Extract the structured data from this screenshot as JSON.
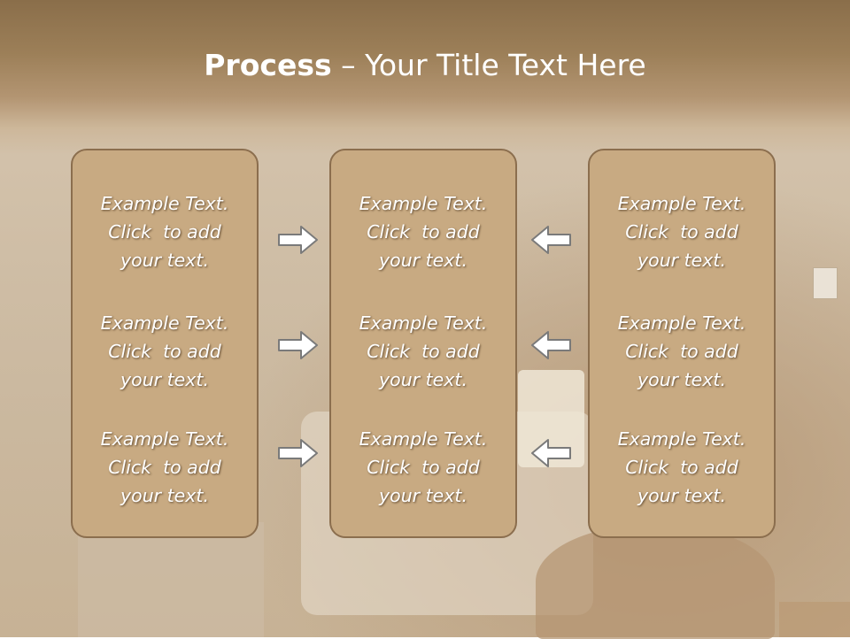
{
  "title": {
    "bold": "Process",
    "rest": " – Your Title Text Here"
  },
  "columns": [
    {
      "items": [
        [
          "Example Text.",
          "Click  to add",
          "your text."
        ],
        [
          "Example Text.",
          "Click  to add",
          "your text."
        ],
        [
          "Example Text.",
          "Click  to add",
          "your text."
        ]
      ]
    },
    {
      "items": [
        [
          "Example Text.",
          "Click  to add",
          "your text."
        ],
        [
          "Example Text.",
          "Click  to add",
          "your text."
        ],
        [
          "Example Text.",
          "Click  to add",
          "your text."
        ]
      ]
    },
    {
      "items": [
        [
          "Example Text.",
          "Click  to add",
          "your text."
        ],
        [
          "Example Text.",
          "Click  to add",
          "your text."
        ],
        [
          "Example Text.",
          "Click  to add",
          "your text."
        ]
      ]
    }
  ],
  "arrows": {
    "left": "arrow-right-icon",
    "right": "arrow-left-icon"
  },
  "colors": {
    "box_fill": "#c8aa82",
    "box_border": "#8b6e4e",
    "title_band": "#8a6e4a",
    "text": "#ffffff"
  }
}
